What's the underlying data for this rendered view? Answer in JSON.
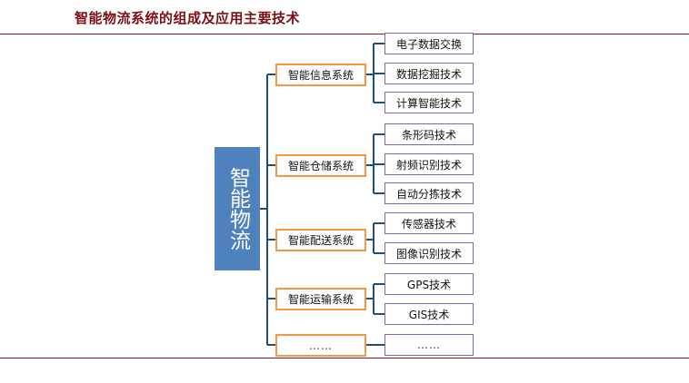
{
  "header": {
    "title": "智能物流系统的组成及应用主要技术"
  },
  "root": {
    "label": "智能物流"
  },
  "systems": [
    {
      "label": "智能信息系统",
      "techs": [
        "电子数据交换",
        "数据挖掘技术",
        "计算智能技术"
      ]
    },
    {
      "label": "智能仓储系统",
      "techs": [
        "条形码技术",
        "射频识别技术",
        "自动分拣技术"
      ]
    },
    {
      "label": "智能配送系统",
      "techs": [
        "传感器技术",
        "图像识别技术"
      ]
    },
    {
      "label": "智能运输系统",
      "techs": [
        "GPS技术",
        "GIS技术"
      ]
    },
    {
      "label": "……",
      "techs": [
        "……"
      ]
    }
  ],
  "colors": {
    "title": "#7a0e12",
    "rule": "#8b1a1e",
    "root": "#4f81bd",
    "system_border": "#f79646",
    "tech_border": "#8064a2",
    "connector": "#1f4e79"
  }
}
